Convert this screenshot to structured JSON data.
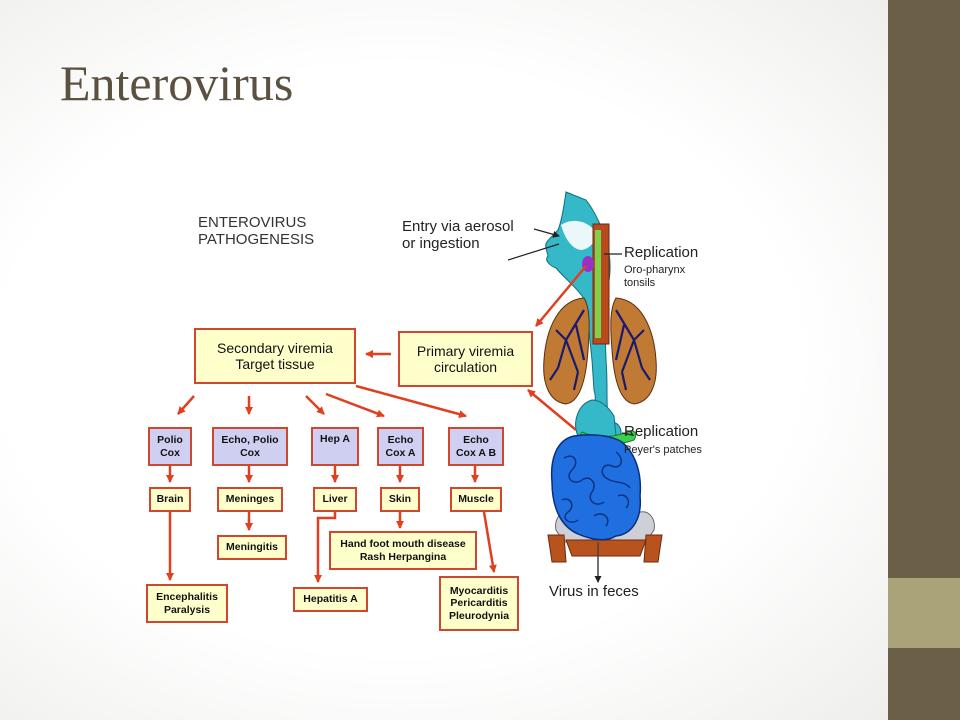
{
  "slide": {
    "title": "Enterovirus",
    "colors": {
      "band_dark": "#6b5f47",
      "band_light": "#aaa37a",
      "title": "#5b5140"
    }
  },
  "diagram": {
    "title_lines": [
      "ENTEROVIRUS",
      "PATHOGENESIS"
    ],
    "entry_label": [
      "Entry via aerosol",
      "or ingestion"
    ],
    "replication_1": {
      "label": "Replication",
      "sub": [
        "Oro-pharynx",
        "tonsils"
      ]
    },
    "replication_2": {
      "label": "Replication",
      "sub": "Peyer's patches"
    },
    "feces_label": "Virus in feces",
    "primary_viremia": [
      "Primary viremia",
      "circulation"
    ],
    "secondary_viremia": [
      "Secondary viremia",
      "Target tissue"
    ],
    "virus_groups": [
      [
        "Polio",
        "Cox"
      ],
      [
        "Echo, Polio",
        "Cox"
      ],
      [
        "Hep A"
      ],
      [
        "Echo",
        "Cox A"
      ],
      [
        "Echo",
        "Cox A B"
      ]
    ],
    "tissues": [
      "Brain",
      "Meninges",
      "Liver",
      "Skin",
      "Muscle"
    ],
    "diseases": {
      "meningitis": "Meningitis",
      "encephalitis": [
        "Encephalitis",
        "Paralysis"
      ],
      "hepatitis": "Hepatitis A",
      "hfmd": [
        "Hand foot mouth disease",
        "Rash Herpangina"
      ],
      "cardiac": [
        "Myocarditis",
        "Pericarditis",
        "Pleurodynia"
      ]
    },
    "colors": {
      "arrow": "#e0401f",
      "box_yellow": "#ffffcc",
      "box_blue": "#cfcff2",
      "intestine": "#1f6fe0",
      "lung": "#1a1a6e",
      "throat": "#35b8c8",
      "peyer": "#3ad24a"
    }
  }
}
